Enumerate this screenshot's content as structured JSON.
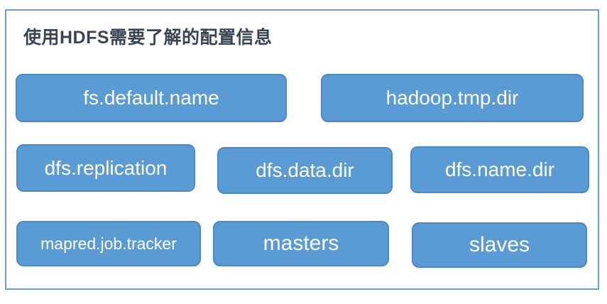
{
  "slide": {
    "title": "使用HDFS需要了解的配置信息"
  },
  "colors": {
    "box_fill": "#5b9bd5",
    "box_border": "#4a89c7",
    "frame_border": "#6b9fd4",
    "title_text": "#3a4454",
    "box_text": "#ffffff"
  },
  "rows": [
    {
      "boxes": [
        {
          "label": "fs.default.name"
        },
        {
          "label": "hadoop.tmp.dir"
        }
      ]
    },
    {
      "boxes": [
        {
          "label": "dfs.replication"
        },
        {
          "label": "dfs.data.dir"
        },
        {
          "label": "dfs.name.dir"
        }
      ]
    },
    {
      "boxes": [
        {
          "label": "mapred.job.tracker"
        },
        {
          "label": "masters"
        },
        {
          "label": "slaves"
        }
      ]
    }
  ]
}
